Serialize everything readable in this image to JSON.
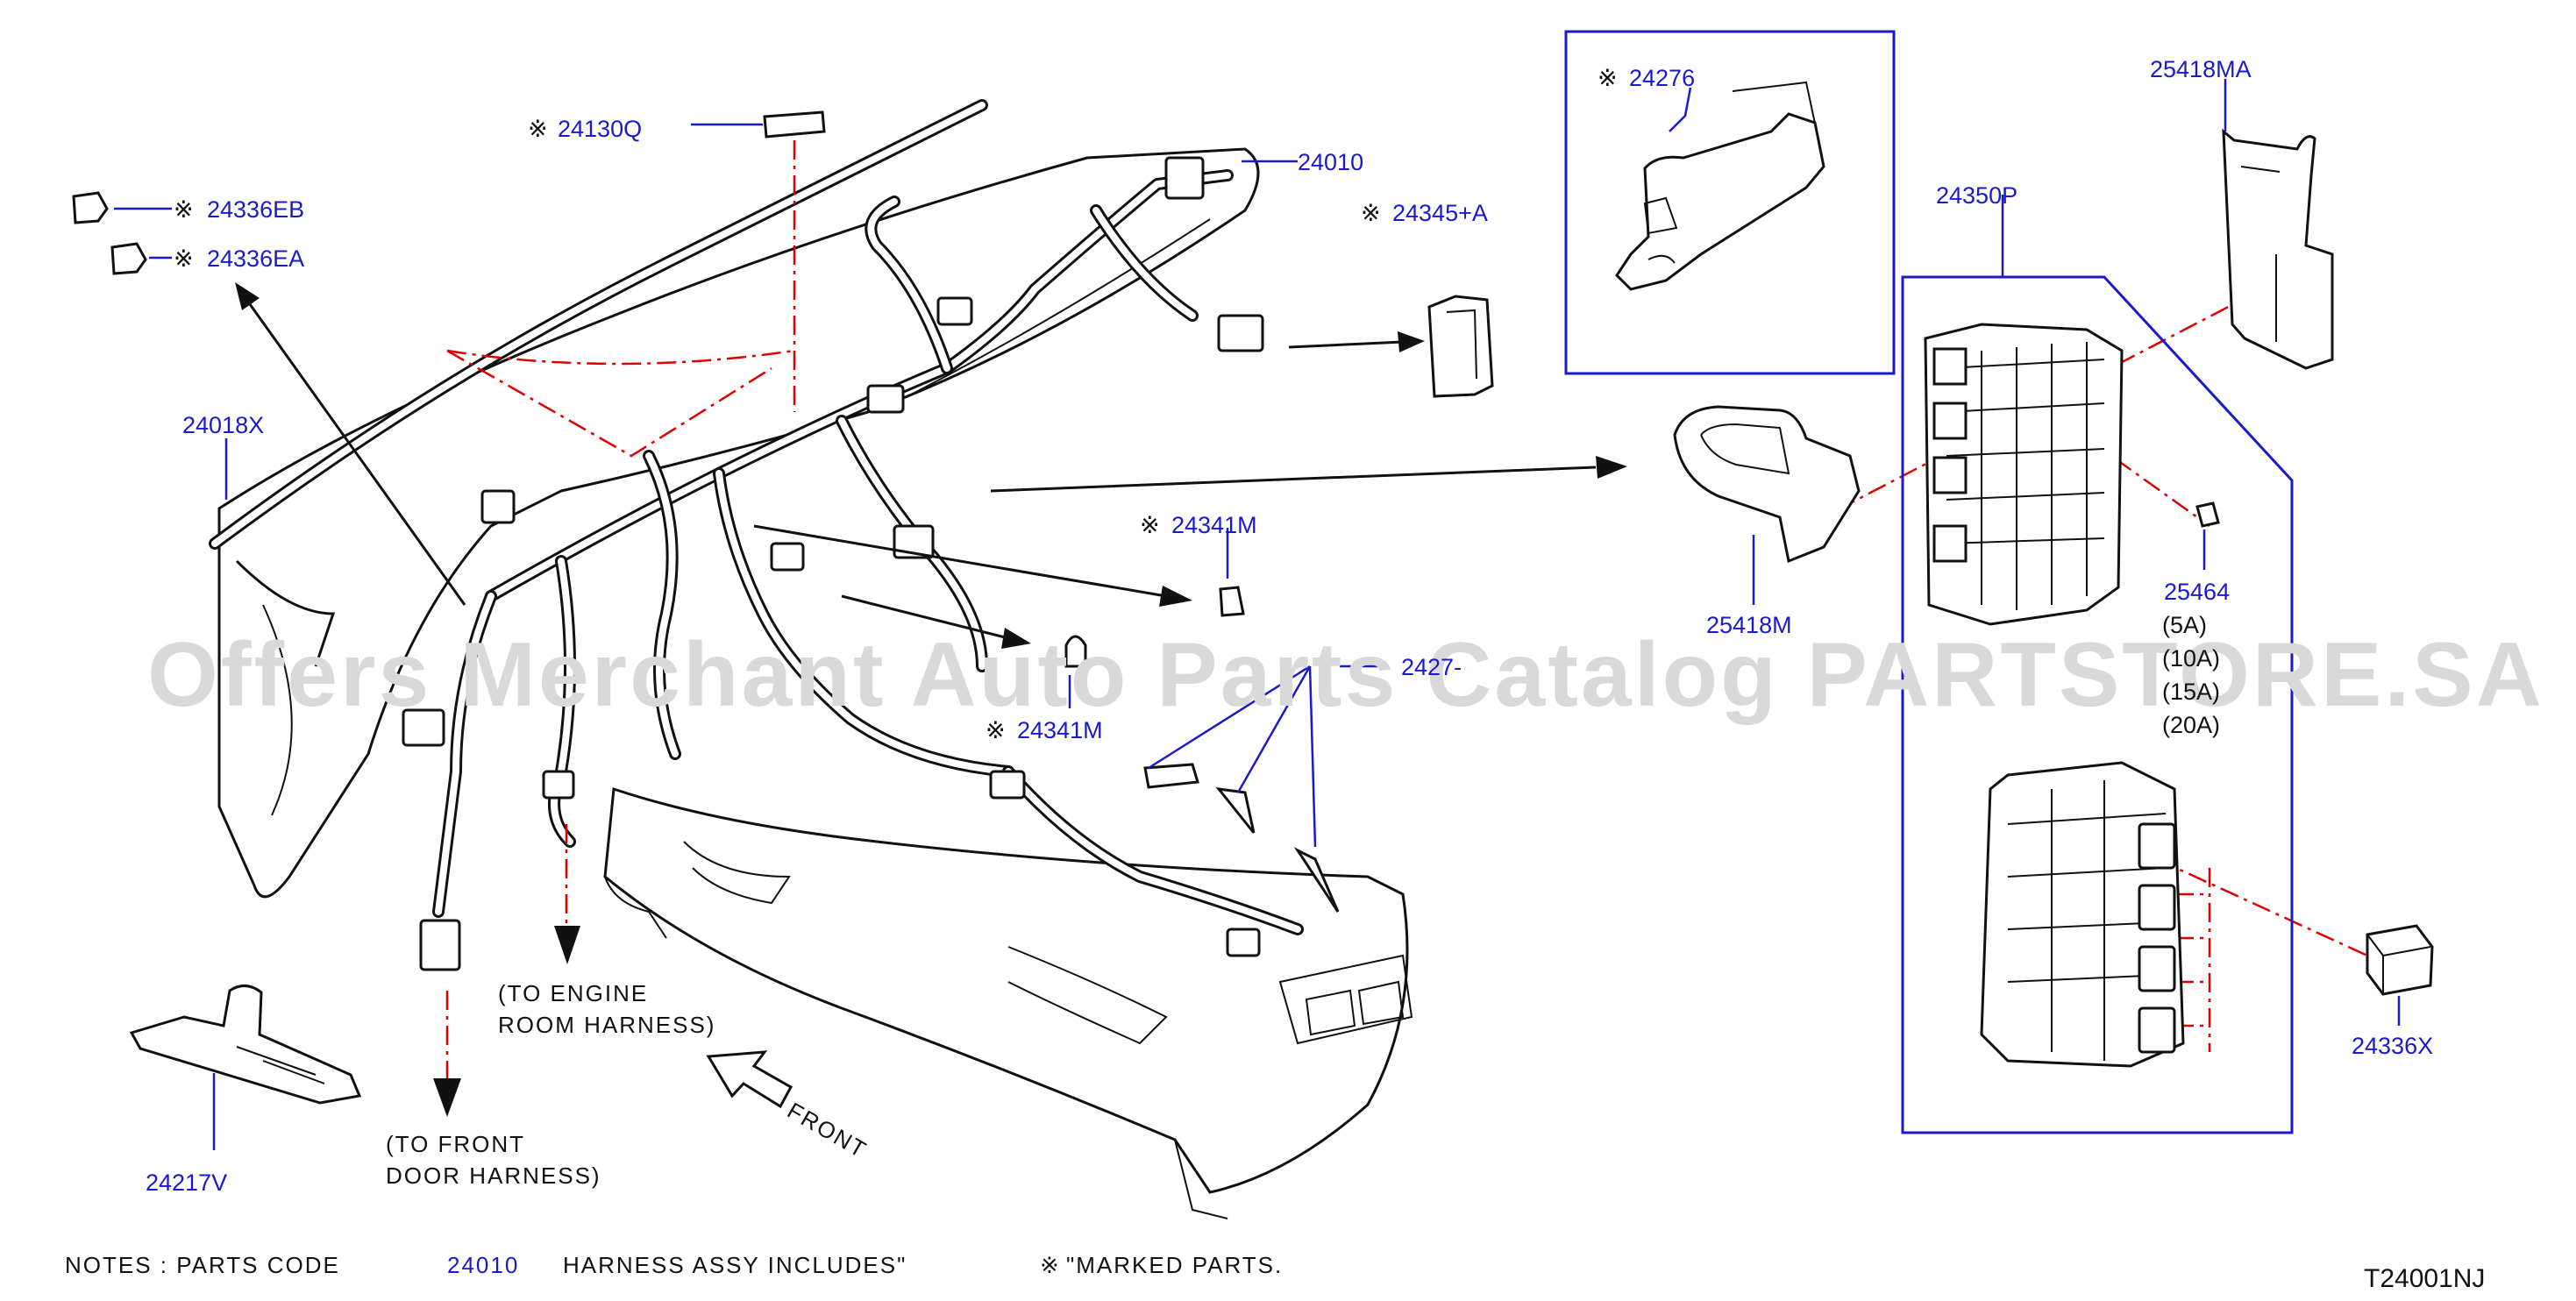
{
  "watermark": "Offers Merchant Auto Parts Catalog PARTSTORE.SA",
  "diagram_code": "T24001NJ",
  "mark_symbol": "※",
  "labels": {
    "p24130Q": "24130Q",
    "p24010": "24010",
    "p24336EB": "24336EB",
    "p24336EA": "24336EA",
    "p24345A": "24345+A",
    "p24018X": "24018X",
    "p24341M_top": "24341M",
    "p24341M_bottom": "24341M",
    "p24276_box": "24276",
    "p24276_main": "2427‐",
    "p24350P": "24350P",
    "p25418MA": "25418MA",
    "p25418M": "25418M",
    "p25464": "25464",
    "p24336X": "24336X",
    "p24217V": "24217V"
  },
  "fuse_ratings": [
    "(5A)",
    "(10A)",
    "(15A)",
    "(20A)"
  ],
  "directions": {
    "engine_line1": "(TO   ENGINE",
    "engine_line2": "ROOM   HARNESS)",
    "door_line1": "(TO   FRONT",
    "door_line2": "DOOR   HARNESS)",
    "front": "FRONT"
  },
  "notes": {
    "prefix": "NOTES   :   PARTS   CODE",
    "code": "24010",
    "middle": "HARNESS   ASSY   INCLUDES\"",
    "suffix": "\"MARKED   PARTS."
  },
  "colors": {
    "callout": "#1a1acc",
    "leader_dashed": "#dd0000",
    "ink": "#111111"
  }
}
